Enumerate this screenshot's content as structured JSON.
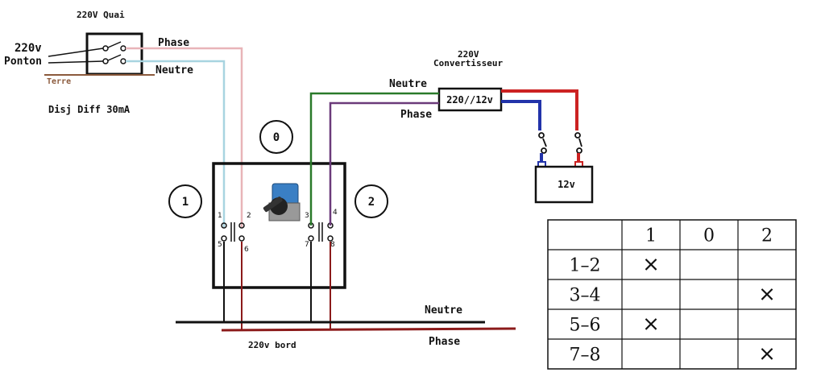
{
  "labels": {
    "quai_title": "220V Quai",
    "ponton_volt": "220v",
    "ponton_name": "Ponton",
    "terre": "Terre",
    "disj": "Disj Diff 30mA",
    "phase_top": "Phase",
    "neutre_top": "Neutre",
    "conv_volt": "220V",
    "conv_name": "Convertisseur",
    "conv_box": "220//12v",
    "neutre_conv": "Neutre",
    "phase_conv": "Phase",
    "battery": "12v",
    "pos0": "0",
    "pos1": "1",
    "pos2": "2",
    "t1": "1",
    "t2": "2",
    "t3": "3",
    "t4": "4",
    "t5": "5",
    "t6": "6",
    "t7": "7",
    "t8": "8",
    "neutre_bus": "Neutre",
    "phase_bus": "Phase",
    "bord": "220v bord"
  },
  "table": {
    "headers": [
      "",
      "1",
      "0",
      "2"
    ],
    "rows": [
      {
        "label": "1–2",
        "cells": [
          "×",
          "",
          ""
        ]
      },
      {
        "label": "3–4",
        "cells": [
          "",
          "",
          "×"
        ]
      },
      {
        "label": "5–6",
        "cells": [
          "×",
          "",
          ""
        ]
      },
      {
        "label": "7–8",
        "cells": [
          "",
          "",
          "×"
        ]
      }
    ]
  },
  "colors": {
    "phase_pink": "#e8b4b8",
    "neutre_lightblue": "#a8d4e0",
    "terre_brown": "#8b5a3c",
    "phase_dark_red": "#8b1a1a",
    "phase_red": "#cc2222",
    "neutre_green": "#2a7a2a",
    "phase_purple": "#6b3a7a",
    "dc_blue": "#2233aa",
    "dc_red": "#cc2222",
    "switch_blue": "#3a7fc4"
  }
}
